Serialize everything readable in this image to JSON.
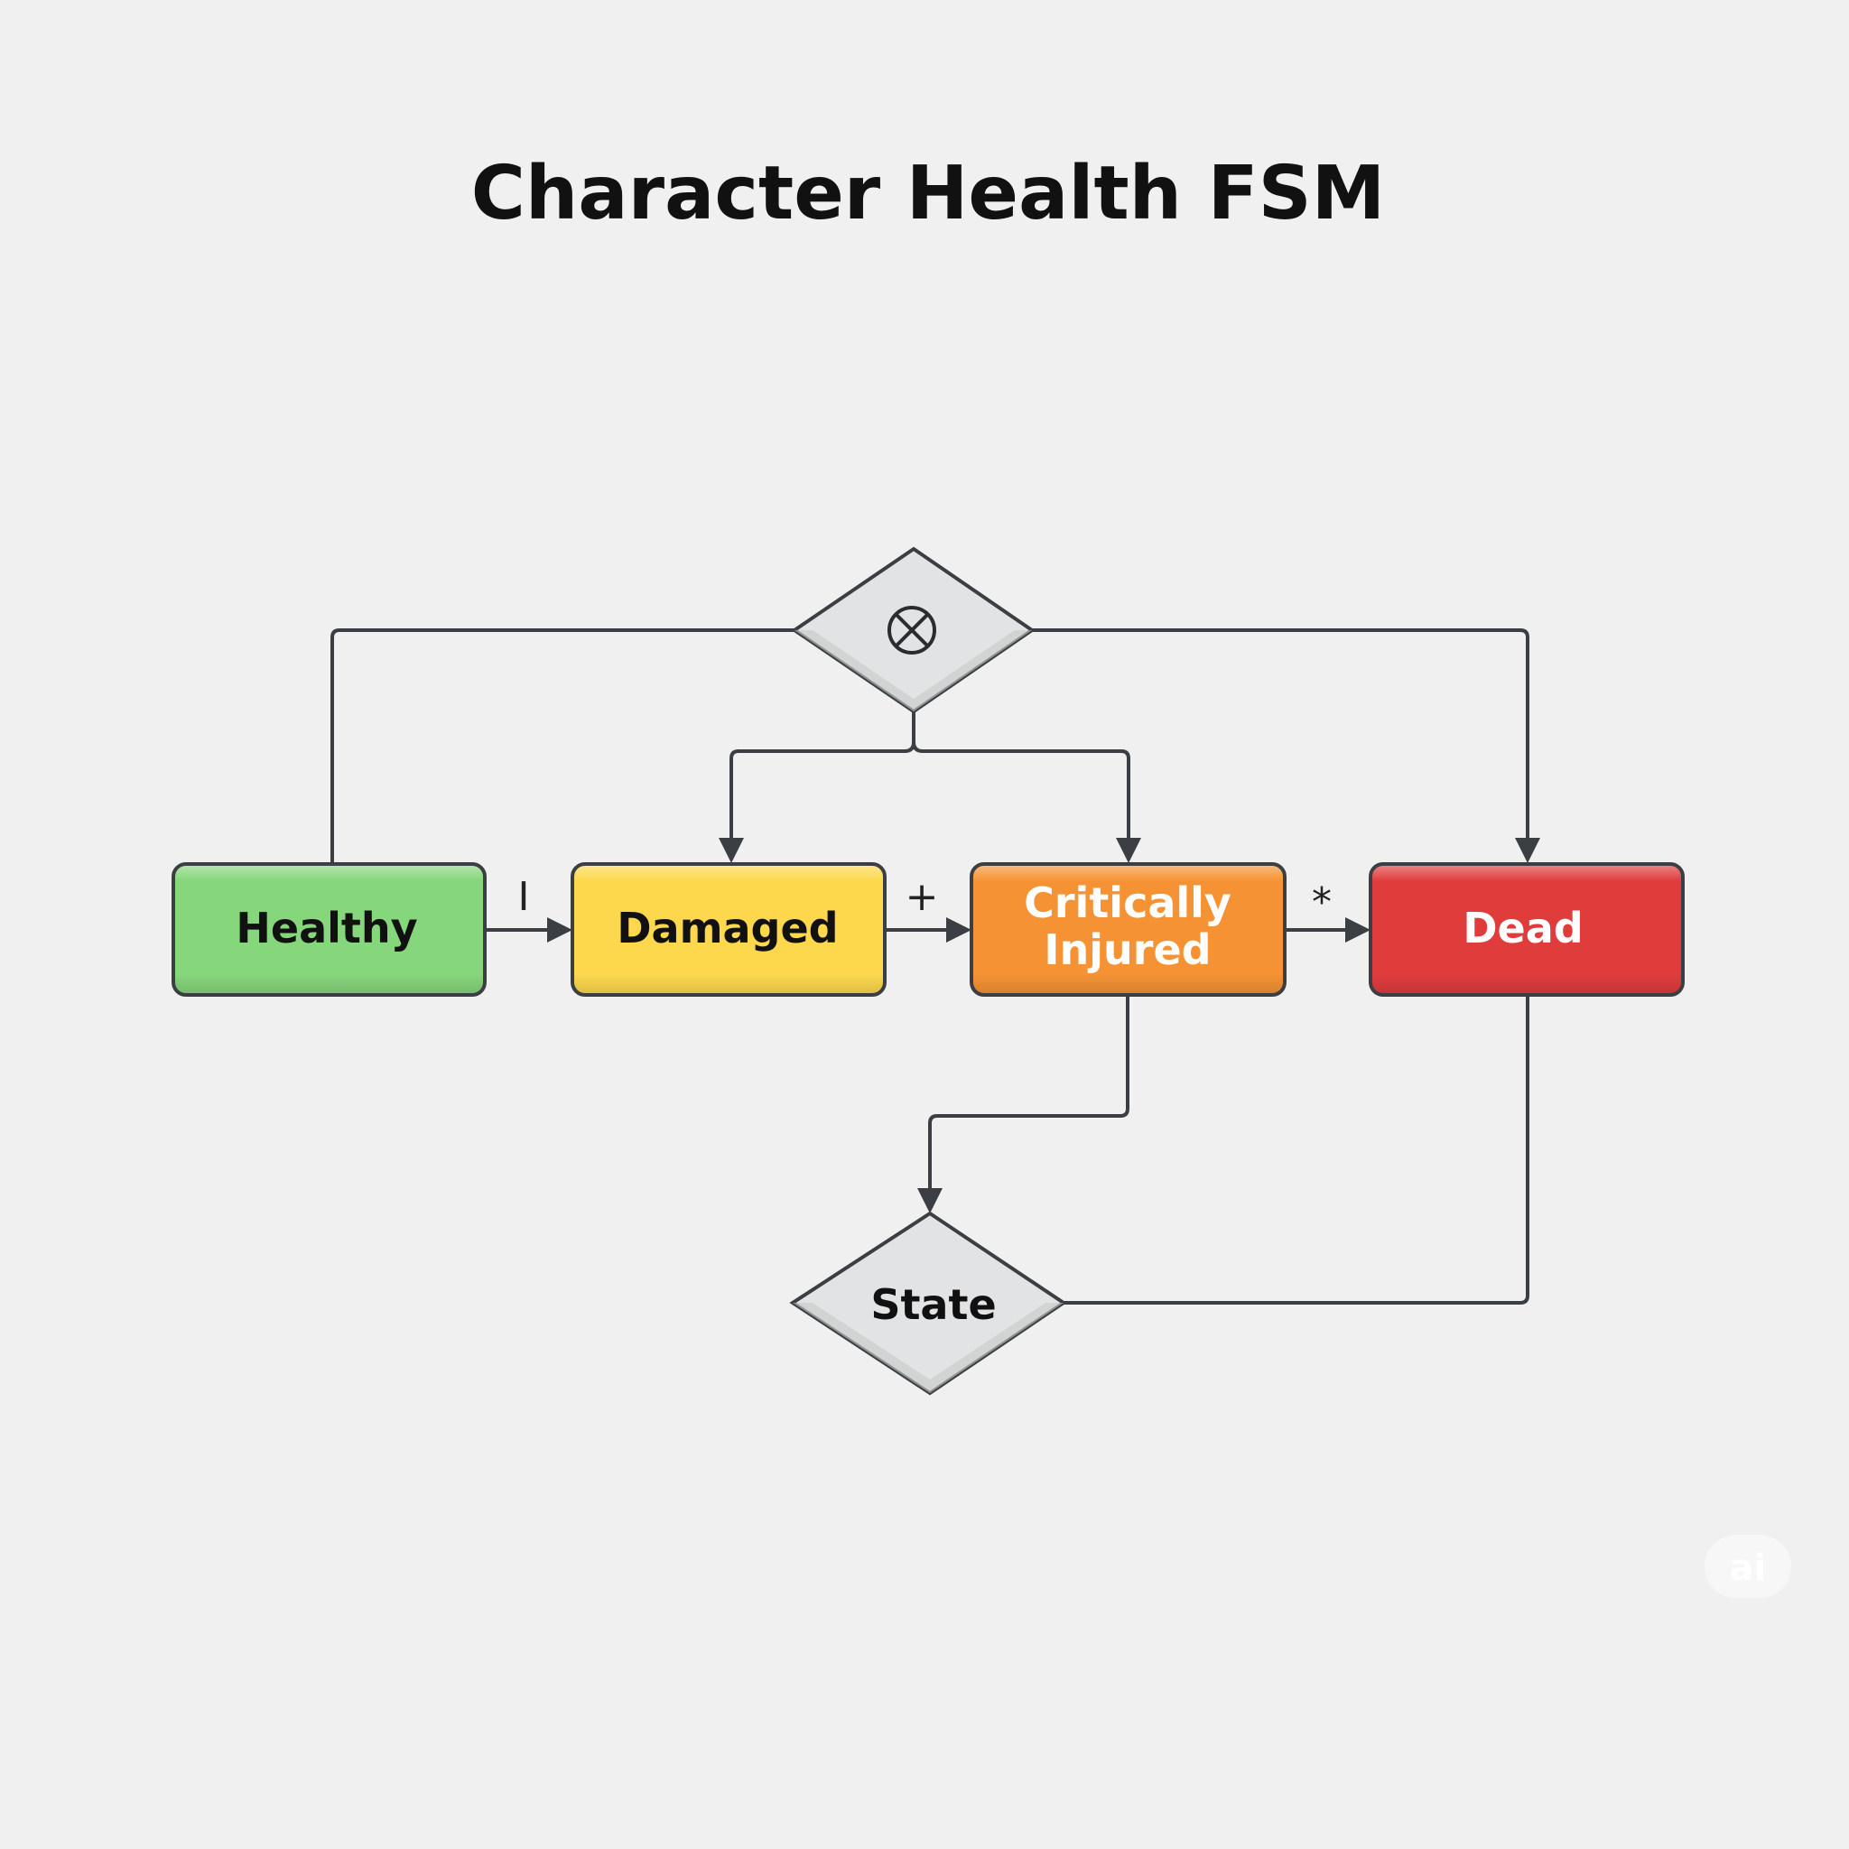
{
  "title": "Character Health FSM",
  "nodes": {
    "healthy": {
      "label": "Healthy",
      "fill": "#86d67c",
      "text_color": "#111111"
    },
    "damaged": {
      "label": "Damaged",
      "fill": "#fdd84d",
      "text_color": "#111111"
    },
    "critically_injured": {
      "label_line1": "Critically",
      "label_line2": "Injured",
      "fill": "#f59334",
      "text_color": "#ffffff"
    },
    "dead": {
      "label": "Dead",
      "fill": "#e03c3c",
      "text_color": "#ffffff"
    },
    "top_decision": {
      "symbol": "⊗",
      "fill": "#e2e3e4"
    },
    "state_decision": {
      "label": "State",
      "fill": "#e2e3e4"
    }
  },
  "edges": {
    "healthy_to_damaged": "I",
    "damaged_to_critical": "+",
    "critical_to_dead": "*"
  },
  "watermark": "ai"
}
